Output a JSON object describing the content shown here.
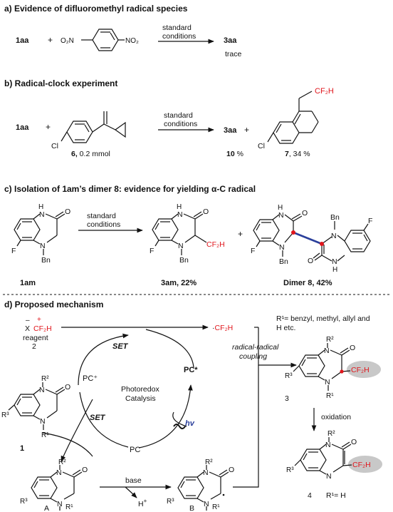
{
  "sections": {
    "a": {
      "title": "a) Evidence of difluoromethyl radical species",
      "reactant": "1aa",
      "plus": "+",
      "reagent_left": "O₂N",
      "reagent_right": "NO₂",
      "cond1": "standard",
      "cond2": "conditions",
      "product": "3aa",
      "yield": "trace"
    },
    "b": {
      "title": "b) Radical-clock experiment",
      "reactant": "1aa",
      "plus": "+",
      "substituent": "Cl",
      "clock_id": "6,",
      "clock_amt": " 0.2 mmol",
      "cond1": "standard",
      "cond2": "conditions",
      "product": "3aa",
      "plus2": "+",
      "yield_3aa_num": "10",
      "yield_3aa_unit": " %",
      "byproduct_group": "CF₂H",
      "byproduct_sub": "Cl",
      "byproduct_id": "7",
      "byproduct_yield": ", 34 %"
    },
    "c": {
      "title_pre": "c) Isolation of 1am’s dimer 8: evidence for yielding ",
      "title_alpha": "α",
      "title_post": "-C radical",
      "cond1": "standard",
      "cond2": "conditions",
      "NH": "H",
      "N": "N",
      "O": "O",
      "F": "F",
      "Bn": "Bn",
      "CF2H": "CF₂H",
      "label_reactant": "1am",
      "label_product": "3am, 22%",
      "plus": "+",
      "label_dimer": "Dimer 8, 42%"
    },
    "d": {
      "title": "d) Proposed mechanism",
      "reagent_x": "X",
      "reagent_minus": "–",
      "reagent_plus": "+",
      "reagent_cf2h": "CF₂H",
      "reagent_word": "reagent",
      "reagent_num": "2",
      "radical_dot": "·",
      "radical": "CF₂H",
      "set1": "SET",
      "set2": "SET",
      "pc_plus": "PC⁺",
      "pc_star": "PC*",
      "pc": "PC",
      "catalysis_1": "Photoredox",
      "catalysis_2": "Catalysis",
      "hv": "hv",
      "coupling_1": "radical-radical",
      "coupling_2": "coupling",
      "note_r1_a": "R¹= benzyl, methyl, allyl and",
      "note_r1_b": "H etc.",
      "R1": "R¹",
      "R2": "R²",
      "R3": "R³",
      "N": "N",
      "O": "O",
      "CF2H": "CF₂H",
      "int1": "1",
      "int_A": "A",
      "int_B": "B",
      "base": "base",
      "H": "H",
      "Hplus": "+",
      "prod3": "3",
      "oxidation": "oxidation",
      "prod4": "4",
      "prod4_note": "R¹= H"
    }
  }
}
